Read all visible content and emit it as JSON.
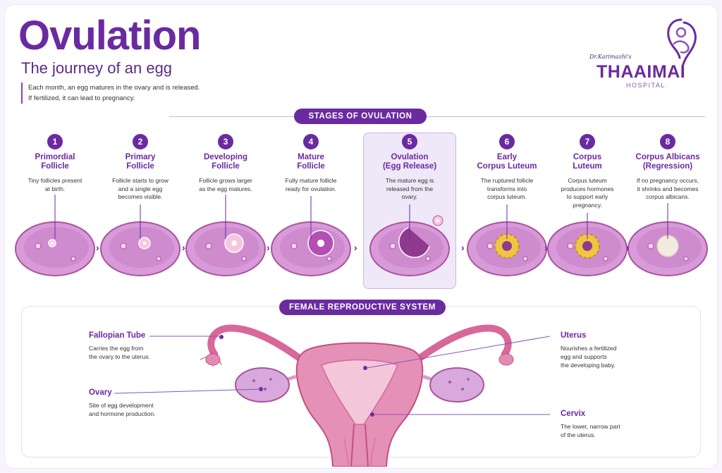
{
  "header": {
    "title": "Ovulation",
    "subtitle": "The journey of an egg",
    "intro_lines": [
      "Each month, an egg matures in the ovary and is released.",
      "If fertilized, it can lead to pregnancy."
    ]
  },
  "logo": {
    "signature": "Dr.Karimazhi's",
    "brand": "THAAIMAI",
    "subbrand": "HOSPITAL"
  },
  "stages_section": {
    "title": "STAGES OF OVULATION",
    "stages": [
      {
        "num": "1",
        "name_lines": [
          "Primordial",
          "Follicle"
        ],
        "desc_lines": [
          "Tiny follicles present",
          "at birth."
        ]
      },
      {
        "num": "2",
        "name_lines": [
          "Primary",
          "Follicle"
        ],
        "desc_lines": [
          "Follicle starts to grow",
          "and a single egg",
          "becomes visible."
        ]
      },
      {
        "num": "3",
        "name_lines": [
          "Developing",
          "Follicle"
        ],
        "desc_lines": [
          "Follicle grows larger",
          "as the egg matures."
        ]
      },
      {
        "num": "4",
        "name_lines": [
          "Mature",
          "Follicle"
        ],
        "desc_lines": [
          "Fully mature follicle",
          "ready for ovulation."
        ]
      },
      {
        "num": "5",
        "name_lines": [
          "Ovulation",
          "(Egg Release)"
        ],
        "desc_lines": [
          "The mature egg is",
          "released from the",
          "ovary."
        ]
      },
      {
        "num": "6",
        "name_lines": [
          "Early",
          "Corpus Luteum"
        ],
        "desc_lines": [
          "The ruptured follicle",
          "transforms into",
          "corpus luteum."
        ]
      },
      {
        "num": "7",
        "name_lines": [
          "Corpus",
          "Luteum"
        ],
        "desc_lines": [
          "Corpus luteum",
          "produces hormones",
          "to support early",
          "pregnancy."
        ]
      },
      {
        "num": "8",
        "name_lines": [
          "Corpus Albicans",
          "(Regression)"
        ],
        "desc_lines": [
          "If no pregnancy occurs,",
          "it shrinks and becomes",
          "corpus albicans."
        ]
      }
    ],
    "arrow_glyph": "›"
  },
  "repro_section": {
    "title": "FEMALE REPRODUCTIVE SYSTEM",
    "fallopian": {
      "title": "Fallopian Tube",
      "desc_lines": [
        "Carries the egg from",
        "the ovary to the uterus."
      ]
    },
    "ovary": {
      "title": "Ovary",
      "desc_lines": [
        "Site of egg development",
        "and hormone production."
      ]
    },
    "uterus": {
      "title": "Uterus",
      "desc_lines": [
        "Nourishes a fertilized",
        "egg and supports",
        "the developing baby."
      ]
    },
    "cervix": {
      "title": "Cervix",
      "desc_lines": [
        "The lower, narrow part",
        "of the uterus."
      ]
    }
  },
  "colors": {
    "brand_purple": "#6a2aa0",
    "ovary_pink": "#d89ad8",
    "ovary_dark": "#a8559f",
    "uterus_pink": "#d8679a",
    "corpus_yellow": "#f0c542"
  }
}
